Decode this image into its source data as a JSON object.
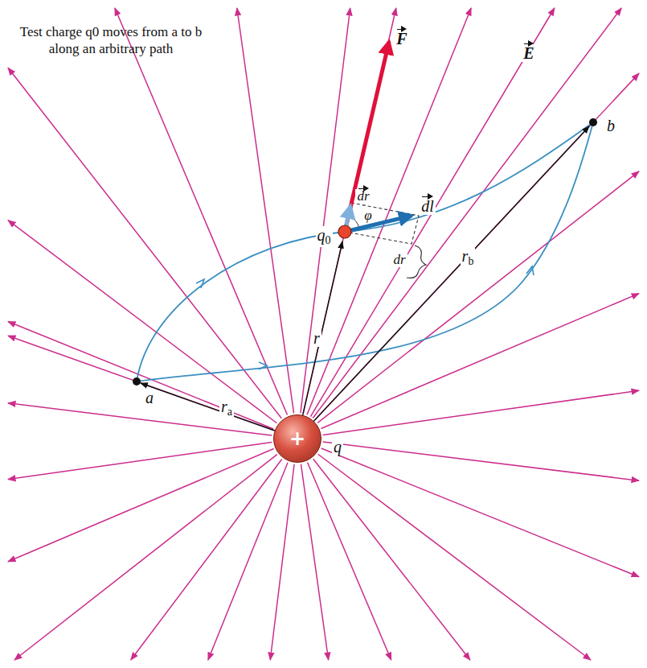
{
  "diagram": {
    "nodes": [
      {
        "text": [
          "+"
        ]
      }
    ],
    "labels": [
      "Test charge q0 moves from a to b along an arbitrary path",
      "F",
      "E",
      "dr",
      "φ",
      "dl",
      "dr",
      "q0",
      "r",
      "rb",
      "ra",
      "a",
      "b",
      "q"
    ]
  }
}
